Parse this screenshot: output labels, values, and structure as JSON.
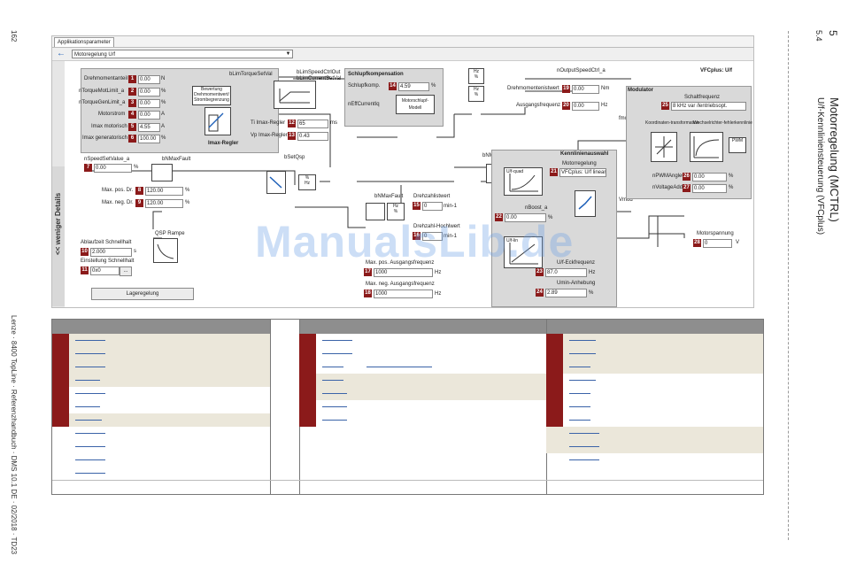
{
  "page": {
    "page_number": "162",
    "section_number": "5",
    "subsection_number": "5.4",
    "chapter_title": "Motorregelung (MCTRL)",
    "section_title": "U/f-Kennliniensteuerung (VFCplus)",
    "footer": "Lenze · 8400 TopLine · Referenzhandbuch · DMS 10.1 DE · 02/2018 · TD23"
  },
  "app": {
    "tab": "Applikationsparameter",
    "module": "Motoregelung U/f",
    "details_label": "<< weniger Details",
    "mode_label": "VFCplus: U/f"
  },
  "imax": {
    "rows": [
      {
        "label": "Drehmomentanteil",
        "n": "1",
        "value": "0.00",
        "unit": "N"
      },
      {
        "label": "nTorqueMotLimit_a",
        "n": "2",
        "value": "0.00",
        "unit": "%"
      },
      {
        "label": "nTorqueGenLimit_a",
        "n": "3",
        "value": "0.00",
        "unit": "%"
      },
      {
        "label": "Motorstrom",
        "n": "4",
        "value": "0.00",
        "unit": "A"
      },
      {
        "label": "Imax motorisch",
        "n": "5",
        "value": "4.55",
        "unit": "A"
      },
      {
        "label": "Imax generatorisch",
        "n": "6",
        "value": "100.00",
        "unit": "%"
      }
    ],
    "block_text": "Bewertung Drehmomentwert/ Strombegrenzung",
    "title": "Imax-Regler",
    "sig_top1": "bLimTorqueSetVal",
    "sig_top2": "bLimSpeedCtrlOut",
    "sig_top3": "bLimCurrentSetVal",
    "ti_label": "Ti Imax-Regler",
    "ti_n": "12",
    "ti_value": "65",
    "ti_unit": "ms",
    "vp_label": "Vp Imax-Regler",
    "vp_n": "13",
    "vp_value": "0.43"
  },
  "slip": {
    "title": "Schlupfkompensation",
    "label": "Schlupfkomp.",
    "n": "14",
    "value": "4.59",
    "unit": "%",
    "in_label": "nEffCurrentIq",
    "block": "Motorschlupf-Modell"
  },
  "outputs": {
    "speed_ctrl": "nOutputSpeedCtrl_a",
    "torque_label": "Drehmomentenistwert",
    "torque_n": "19",
    "torque_value": "0.00",
    "torque_unit": "Nm",
    "freq_label": "Ausgangsfrequenz",
    "freq_n": "20",
    "freq_value": "0.00",
    "freq_unit": "Hz"
  },
  "speed": {
    "label": "nSpeedSetValue_a",
    "n": "7",
    "value": "0.00",
    "unit": "%",
    "fault": "bNMaxFault",
    "bsetqsp": "bSetQsp",
    "maxpos_label": "Max. pos. Dr.",
    "maxpos_n": "8",
    "maxpos_value": "120.00",
    "maxpos_unit": "%",
    "maxneg_label": "Max. neg. Dr.",
    "maxneg_n": "9",
    "maxneg_value": "120.00",
    "maxneg_unit": "%",
    "qsp_label": "QSP Rampe",
    "ramp_label": "Ablaufzeit Schnellhalt",
    "ramp_n": "10",
    "ramp_value": "2.000",
    "ramp_unit": "s",
    "ramp2_label": "Einstellung Schnellhalt",
    "ramp2_n": "11",
    "ramp2_value": "0x0",
    "button": "Lageregelung"
  },
  "center": {
    "fault1": "bNMaxFault",
    "fault2": "bNMaxFault",
    "speed_label": "Drehzahlistwert",
    "speed_n": "15",
    "speed_value": "0",
    "speed_unit": "min-1",
    "limit_label": "Drehzahl-Hochlwert",
    "limit_n": "16",
    "limit_value": "0",
    "limit_unit": "min-1",
    "maxpos_label": "Max. pos. Ausgangsfrequenz",
    "maxpos_n": "17",
    "maxpos_value": "1000",
    "maxpos_unit": "Hz",
    "maxneg_label": "Max. neg. Ausgangsfrequenz",
    "maxneg_n": "18",
    "maxneg_value": "1000",
    "maxneg_unit": "Hz"
  },
  "curve": {
    "title": "Kennlinienauswahl",
    "uf_quad": "U/f-quad",
    "uf_lin": "U/f-lin",
    "mreg_label": "Motorregelung",
    "mreg_n": "21",
    "mreg_value": "VFCplus: U/f linear",
    "boost_label": "nBoost_a",
    "boost_n": "22",
    "boost_value": "0.00",
    "boost_unit": "%",
    "eck_label": "U/f-Eckfrequenz",
    "eck_n": "23",
    "eck_value": "87.0",
    "eck_unit": "Hz",
    "umin_label": "Umin-Anhebung",
    "umin_n": "24",
    "umin_value": "2.89",
    "umin_unit": "%",
    "vmod": "Vmod",
    "fmod": "fmod"
  },
  "modulator": {
    "title": "Modulator",
    "sf_label": "Schaltfrequenz",
    "sf_n": "25",
    "sf_value": "8 kHz var /lentriebsopt.",
    "koord": "Koordinaten-transformation",
    "wechsel": "Wechselrichter-fehlerkennlinie",
    "pwm": "PWM",
    "angle_label": "nPWMAngleOff.",
    "angle_n": "26",
    "angle_value": "0.00",
    "angle_unit": "%",
    "vadd_label": "nVoltageAdd_a",
    "vadd_n": "27",
    "vadd_value": "0.00",
    "vadd_unit": "%",
    "mv_label": "Motorspannung",
    "mv_n": "28",
    "mv_value": "0",
    "mv_unit": "V"
  },
  "watermark": "ManualsLib.de"
}
